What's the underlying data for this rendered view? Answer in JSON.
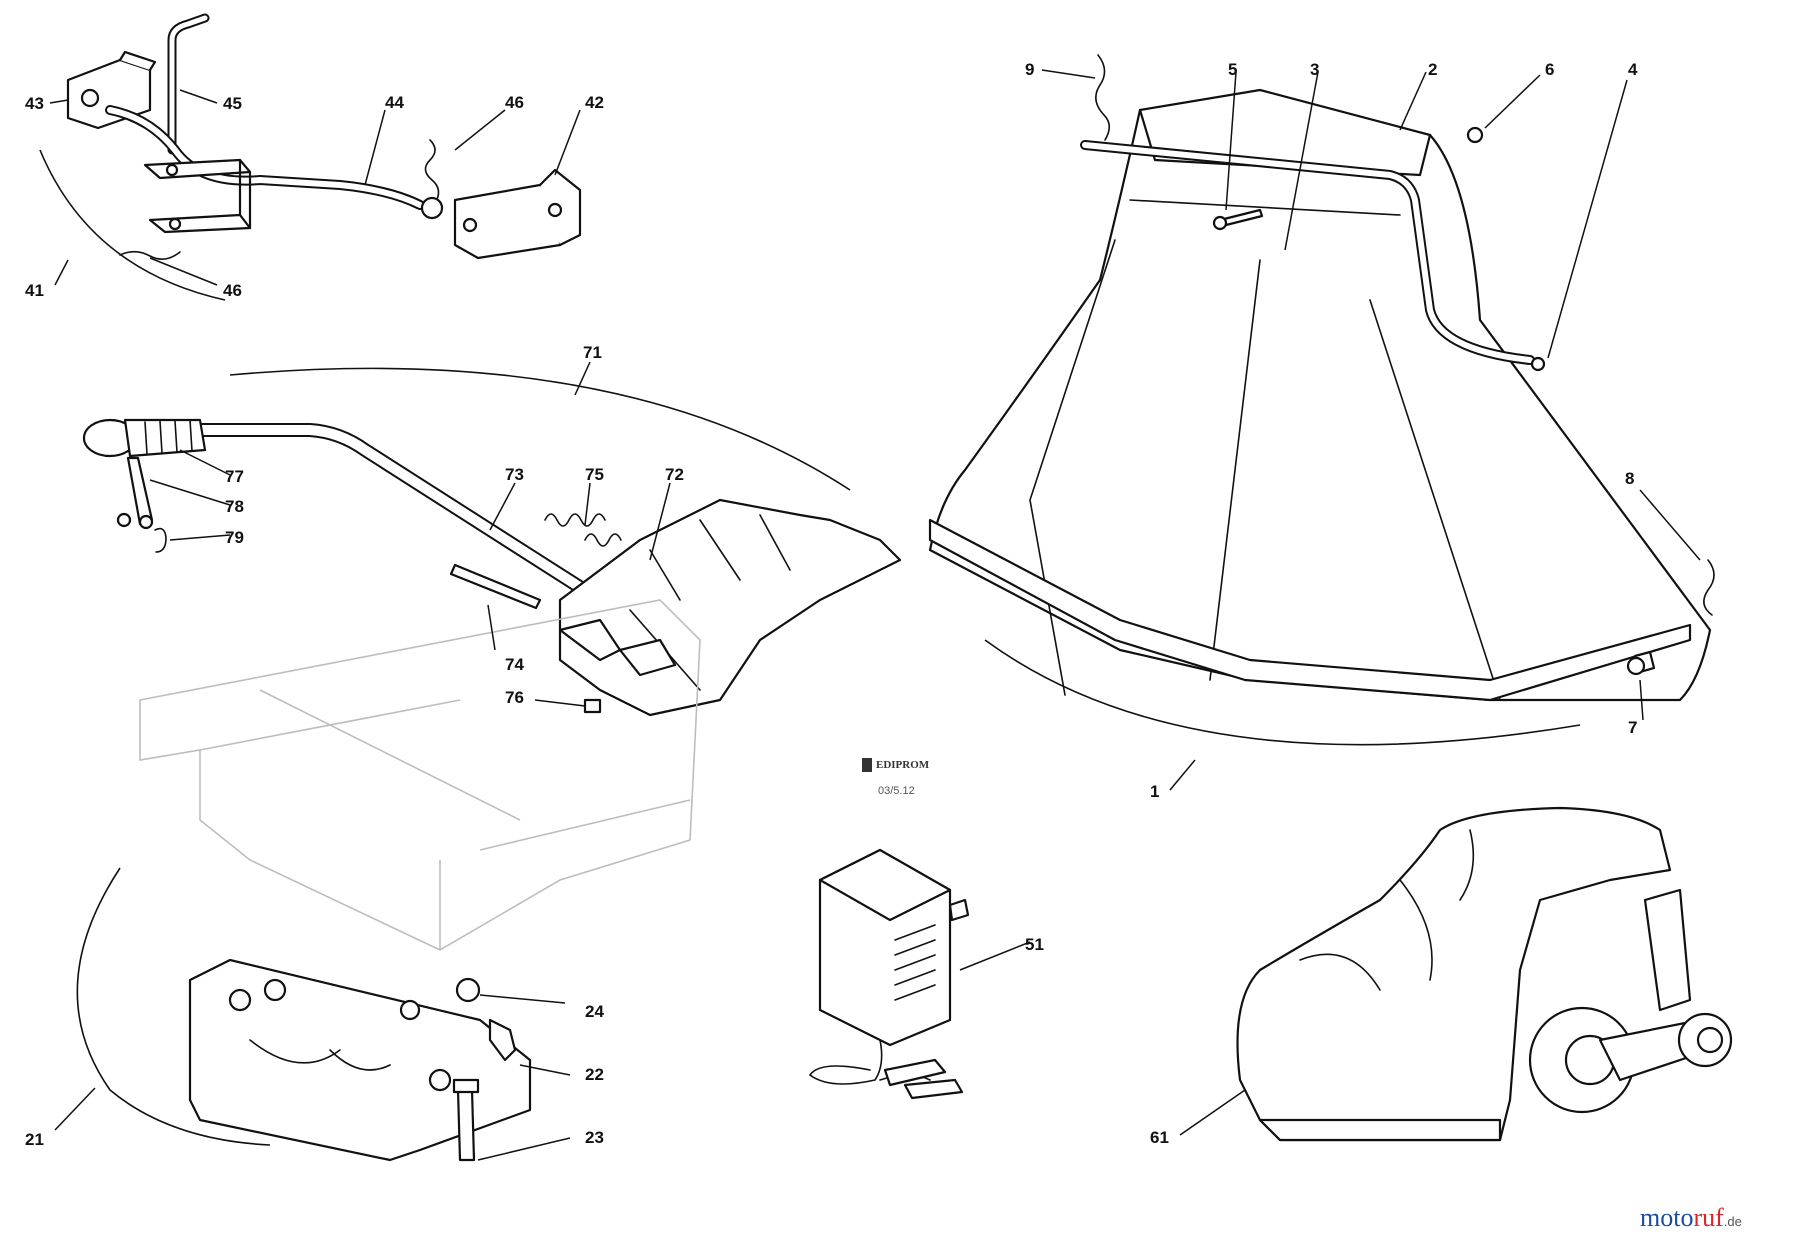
{
  "callouts": [
    {
      "id": "c43",
      "label": "43"
    },
    {
      "id": "c45",
      "label": "45"
    },
    {
      "id": "c44",
      "label": "44"
    },
    {
      "id": "c46a",
      "label": "46"
    },
    {
      "id": "c42",
      "label": "42"
    },
    {
      "id": "c41",
      "label": "41"
    },
    {
      "id": "c46b",
      "label": "46"
    },
    {
      "id": "c71",
      "label": "71"
    },
    {
      "id": "c77",
      "label": "77"
    },
    {
      "id": "c78",
      "label": "78"
    },
    {
      "id": "c79",
      "label": "79"
    },
    {
      "id": "c73",
      "label": "73"
    },
    {
      "id": "c75",
      "label": "75"
    },
    {
      "id": "c72",
      "label": "72"
    },
    {
      "id": "c74",
      "label": "74"
    },
    {
      "id": "c76",
      "label": "76"
    },
    {
      "id": "c9",
      "label": "9"
    },
    {
      "id": "c5",
      "label": "5"
    },
    {
      "id": "c3",
      "label": "3"
    },
    {
      "id": "c2",
      "label": "2"
    },
    {
      "id": "c6",
      "label": "6"
    },
    {
      "id": "c4",
      "label": "4"
    },
    {
      "id": "c8",
      "label": "8"
    },
    {
      "id": "c7",
      "label": "7"
    },
    {
      "id": "c1",
      "label": "1"
    },
    {
      "id": "c24",
      "label": "24"
    },
    {
      "id": "c22",
      "label": "22"
    },
    {
      "id": "c21",
      "label": "21"
    },
    {
      "id": "c23",
      "label": "23"
    },
    {
      "id": "c51",
      "label": "51"
    },
    {
      "id": "c61",
      "label": "61"
    }
  ],
  "stamp": {
    "brand": "EDIPROM",
    "code": "03/5.12"
  },
  "watermark": {
    "part1": "moto",
    "part2": "ruf",
    "tld": ".de"
  },
  "colors": {
    "line": "#111111",
    "watermark_blue": "#1a4d9e",
    "watermark_red": "#d8262c"
  }
}
